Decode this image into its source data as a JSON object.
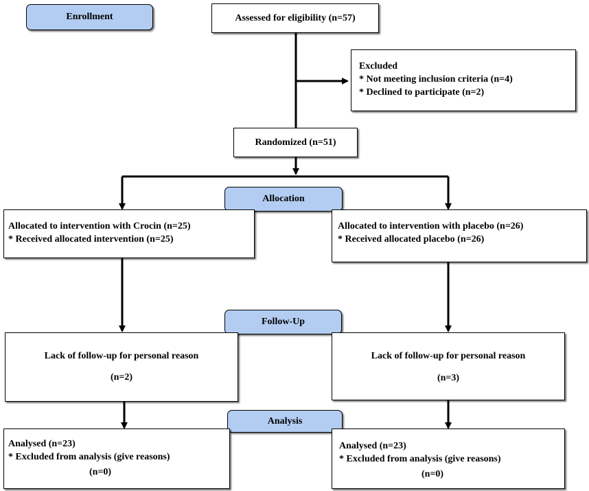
{
  "stages": {
    "enrollment": "Enrollment",
    "allocation": "Allocation",
    "followup": "Follow-Up",
    "analysis": "Analysis"
  },
  "assessed": "Assessed for eligibility (n=57)",
  "excluded": {
    "title": "Excluded",
    "reasons": [
      "* Not meeting inclusion criteria (n=4)",
      "* Declined to participate (n=2)"
    ]
  },
  "randomized": "Randomized (n=51)",
  "left": {
    "allocated": "Allocated to intervention with Crocin (n=25)",
    "received": "* Received allocated intervention (n=25)",
    "followup_reason": "Lack of follow-up for personal reason",
    "followup_n": "(n=2)",
    "analysed": "Analysed (n=23)",
    "excluded_analysis": "* Excluded from analysis (give reasons)",
    "excluded_n": "(n=0)"
  },
  "right": {
    "allocated": "Allocated to intervention with placebo (n=26)",
    "received": "* Received allocated placebo (n=26)",
    "followup_reason": "Lack of follow-up for personal reason",
    "followup_n": "(n=3)",
    "analysed": "Analysed (n=23)",
    "excluded_analysis": "* Excluded from analysis (give reasons)",
    "excluded_n": "(n=0)"
  },
  "colors": {
    "stage_fill": "#b3cdf2",
    "line": "#000000"
  }
}
